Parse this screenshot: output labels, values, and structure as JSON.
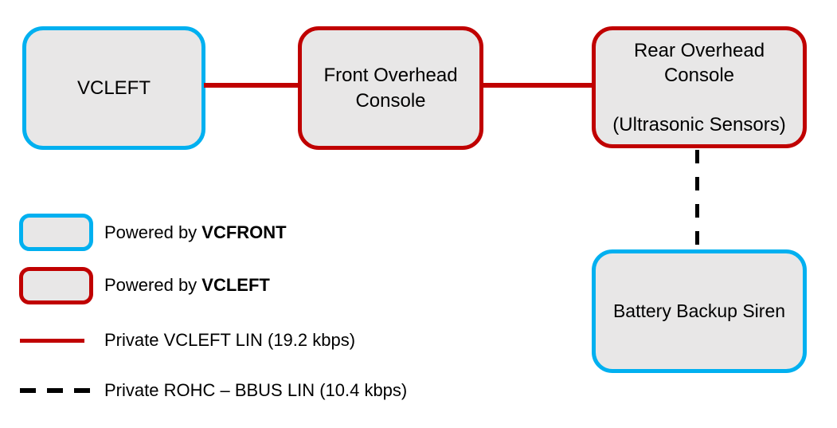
{
  "nodes": {
    "vcleft": {
      "label": "VCLEFT"
    },
    "front_overhead_console": {
      "label": "Front Overhead Console"
    },
    "rear_overhead_console": {
      "label": "Rear Overhead Console",
      "sublabel": "(Ultrasonic Sensors)"
    },
    "battery_backup_siren": {
      "label": "Battery Backup Siren"
    }
  },
  "connections": {
    "vcleft_to_foc": "Private VCLEFT LIN",
    "foc_to_roc": "Private VCLEFT LIN",
    "roc_to_bbs": "Private ROHC - BBUS LIN"
  },
  "legend": {
    "powered_by_vcfront": {
      "prefix": "Powered by ",
      "bold": "VCFRONT"
    },
    "powered_by_vcleft": {
      "prefix": "Powered by ",
      "bold": "VCLEFT"
    },
    "private_vcleft_lin": {
      "label": "Private VCLEFT LIN (19.2 kbps)"
    },
    "private_rohc_bbus_lin": {
      "label": "Private ROHC – BBUS LIN (10.4 kbps)"
    }
  },
  "colors": {
    "vcfront_powered_border": "#00b0f0",
    "vcleft_powered_border": "#c00000",
    "node_fill": "#e8e7e7",
    "dashed_line": "#000000",
    "text": "#000000",
    "background": "#ffffff"
  }
}
